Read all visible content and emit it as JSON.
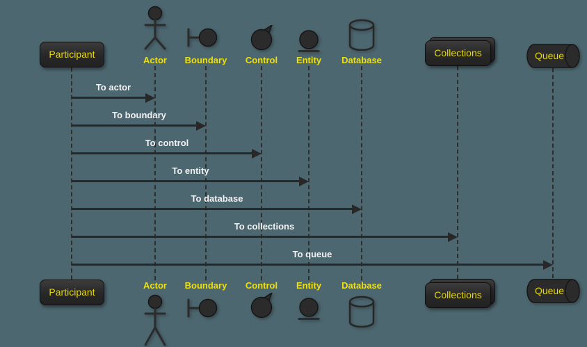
{
  "diagram": {
    "kind": "uml-sequence-diagram",
    "background_color": "#4d6770",
    "colors": {
      "shape_fill": "#2b2b2b",
      "shape_border": "#161616",
      "name_text": "#eee00c",
      "box_text": "#e6d70e",
      "message_text": "#f2f2f2",
      "arrow": "#282828",
      "lifeline": "#2e2e2e"
    },
    "participants": [
      {
        "name": "Participant",
        "kind": "participant"
      },
      {
        "name": "Actor",
        "kind": "actor"
      },
      {
        "name": "Boundary",
        "kind": "boundary"
      },
      {
        "name": "Control",
        "kind": "control"
      },
      {
        "name": "Entity",
        "kind": "entity"
      },
      {
        "name": "Database",
        "kind": "database"
      },
      {
        "name": "Collections",
        "kind": "collections"
      },
      {
        "name": "Queue",
        "kind": "queue"
      }
    ],
    "messages": [
      {
        "label": "To actor",
        "from": "Participant",
        "to": "Actor"
      },
      {
        "label": "To boundary",
        "from": "Participant",
        "to": "Boundary"
      },
      {
        "label": "To control",
        "from": "Participant",
        "to": "Control"
      },
      {
        "label": "To entity",
        "from": "Participant",
        "to": "Entity"
      },
      {
        "label": "To database",
        "from": "Participant",
        "to": "Database"
      },
      {
        "label": "To collections",
        "from": "Participant",
        "to": "Collections"
      },
      {
        "label": "To queue",
        "from": "Participant",
        "to": "Queue"
      }
    ]
  }
}
